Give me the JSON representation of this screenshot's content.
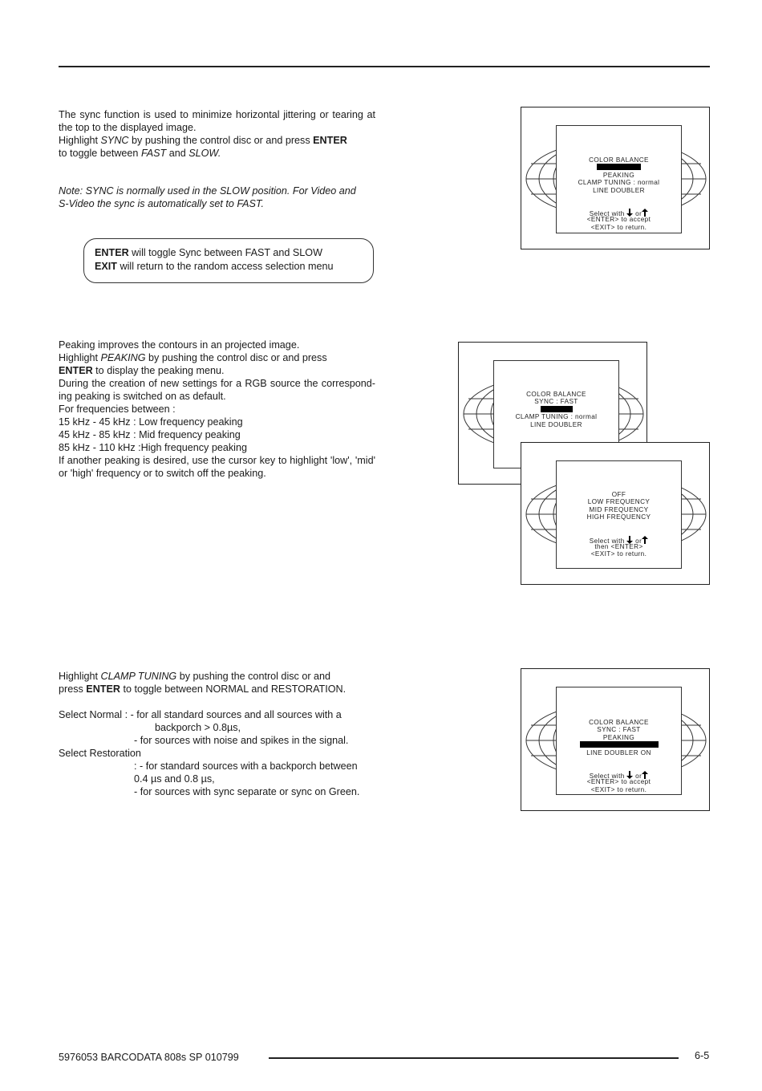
{
  "sync": {
    "para1": "The sync function is used to minimize horizontal jittering or tearing at the top to the displayed image.",
    "p2_a": "Highlight ",
    "p2_sync": "SYNC",
    "p2_b": " by pushing the control disc     or     and press ",
    "p2_enter": "ENTER",
    "p2_c": "to toggle between ",
    "p2_fast": "FAST",
    "p2_and": " and ",
    "p2_slow": "SLOW.",
    "note_l1": "Note: SYNC is normally used in the SLOW position.  For Video and",
    "note_l2": "S-Video the sync is automatically set to FAST.",
    "box_enter": "ENTER",
    "box_l1": " will toggle Sync between FAST and SLOW",
    "box_exit": "EXIT",
    "box_l2": " will return to the random access selection menu"
  },
  "peaking": {
    "l1": "Peaking improves the contours in an projected image.",
    "l2a": "Highlight ",
    "l2b": "PEAKING",
    "l2c": " by pushing the control disc     or     and press",
    "l3a": "ENTER",
    "l3b": " to display the peaking menu.",
    "l4": "During the creation of new settings for a RGB source the correspond-ing peaking is switched on as default.",
    "l5": "For  frequencies  between  :",
    "l6": "15 kHz - 45 kHz : Low frequency peaking",
    "l7": "45 kHz - 85 kHz : Mid frequency peaking",
    "l8": "85 kHz - 110 kHz :High frequency peaking",
    "l9": "If another peaking is desired, use the cursor key to highlight 'low', 'mid' or 'high' frequency or to switch off the peaking."
  },
  "clamp": {
    "l1a": "Highlight ",
    "l1b": "CLAMP TUNING",
    "l1c": " by pushing the control disc     or     and",
    "l2a": "press ",
    "l2b": "ENTER",
    "l2c": " to toggle between NORMAL and RESTORATION.",
    "l3": "Select Normal : - for all standard sources and all sources with a",
    "l4": "backporch  >  0.8µs,",
    "l5": "- for sources with noise and spikes in the signal.",
    "l6": "Select Restoration",
    "l7": ": - for standard sources with a backporch between",
    "l8": "0.4 µs and 0.8 µs,",
    "l9": "- for sources with sync separate or sync on Green."
  },
  "menu1": {
    "r1": "COLOR  BALANCE",
    "r3": "PEAKING",
    "r4": "CLAMP  TUNING  :  normal",
    "r5": "LINE  DOUBLER",
    "s1": "Select  with",
    "s1b": "or",
    "s2": "<ENTER>  to  accept",
    "s3": "<EXIT>  to  return."
  },
  "menu2": {
    "r1": "COLOR  BALANCE",
    "r2": "SYNC   :  FAST",
    "r4": "CLAMP  TUNING  :  normal",
    "r5": "LINE  DOUBLER"
  },
  "menu3": {
    "r1": "OFF",
    "r2": "LOW  FREQUENCY",
    "r3": "MID  FREQUENCY",
    "r4": "HIGH  FREQUENCY",
    "s1": "Select  with",
    "s1b": "or",
    "s2": "then  <ENTER>",
    "s3": "<EXIT>  to  return."
  },
  "menu4": {
    "r1": "COLOR  BALANCE",
    "r2": "SYNC   :  FAST",
    "r3": "PEAKING",
    "r5": "LINE  DOUBLER   ON",
    "s1": "Select  with",
    "s1b": "or",
    "s2": "<ENTER>  to  accept",
    "s3": "<EXIT>  to  return."
  },
  "footer": {
    "left": "5976053 BARCODATA 808s SP 010799",
    "right": "6-5"
  }
}
